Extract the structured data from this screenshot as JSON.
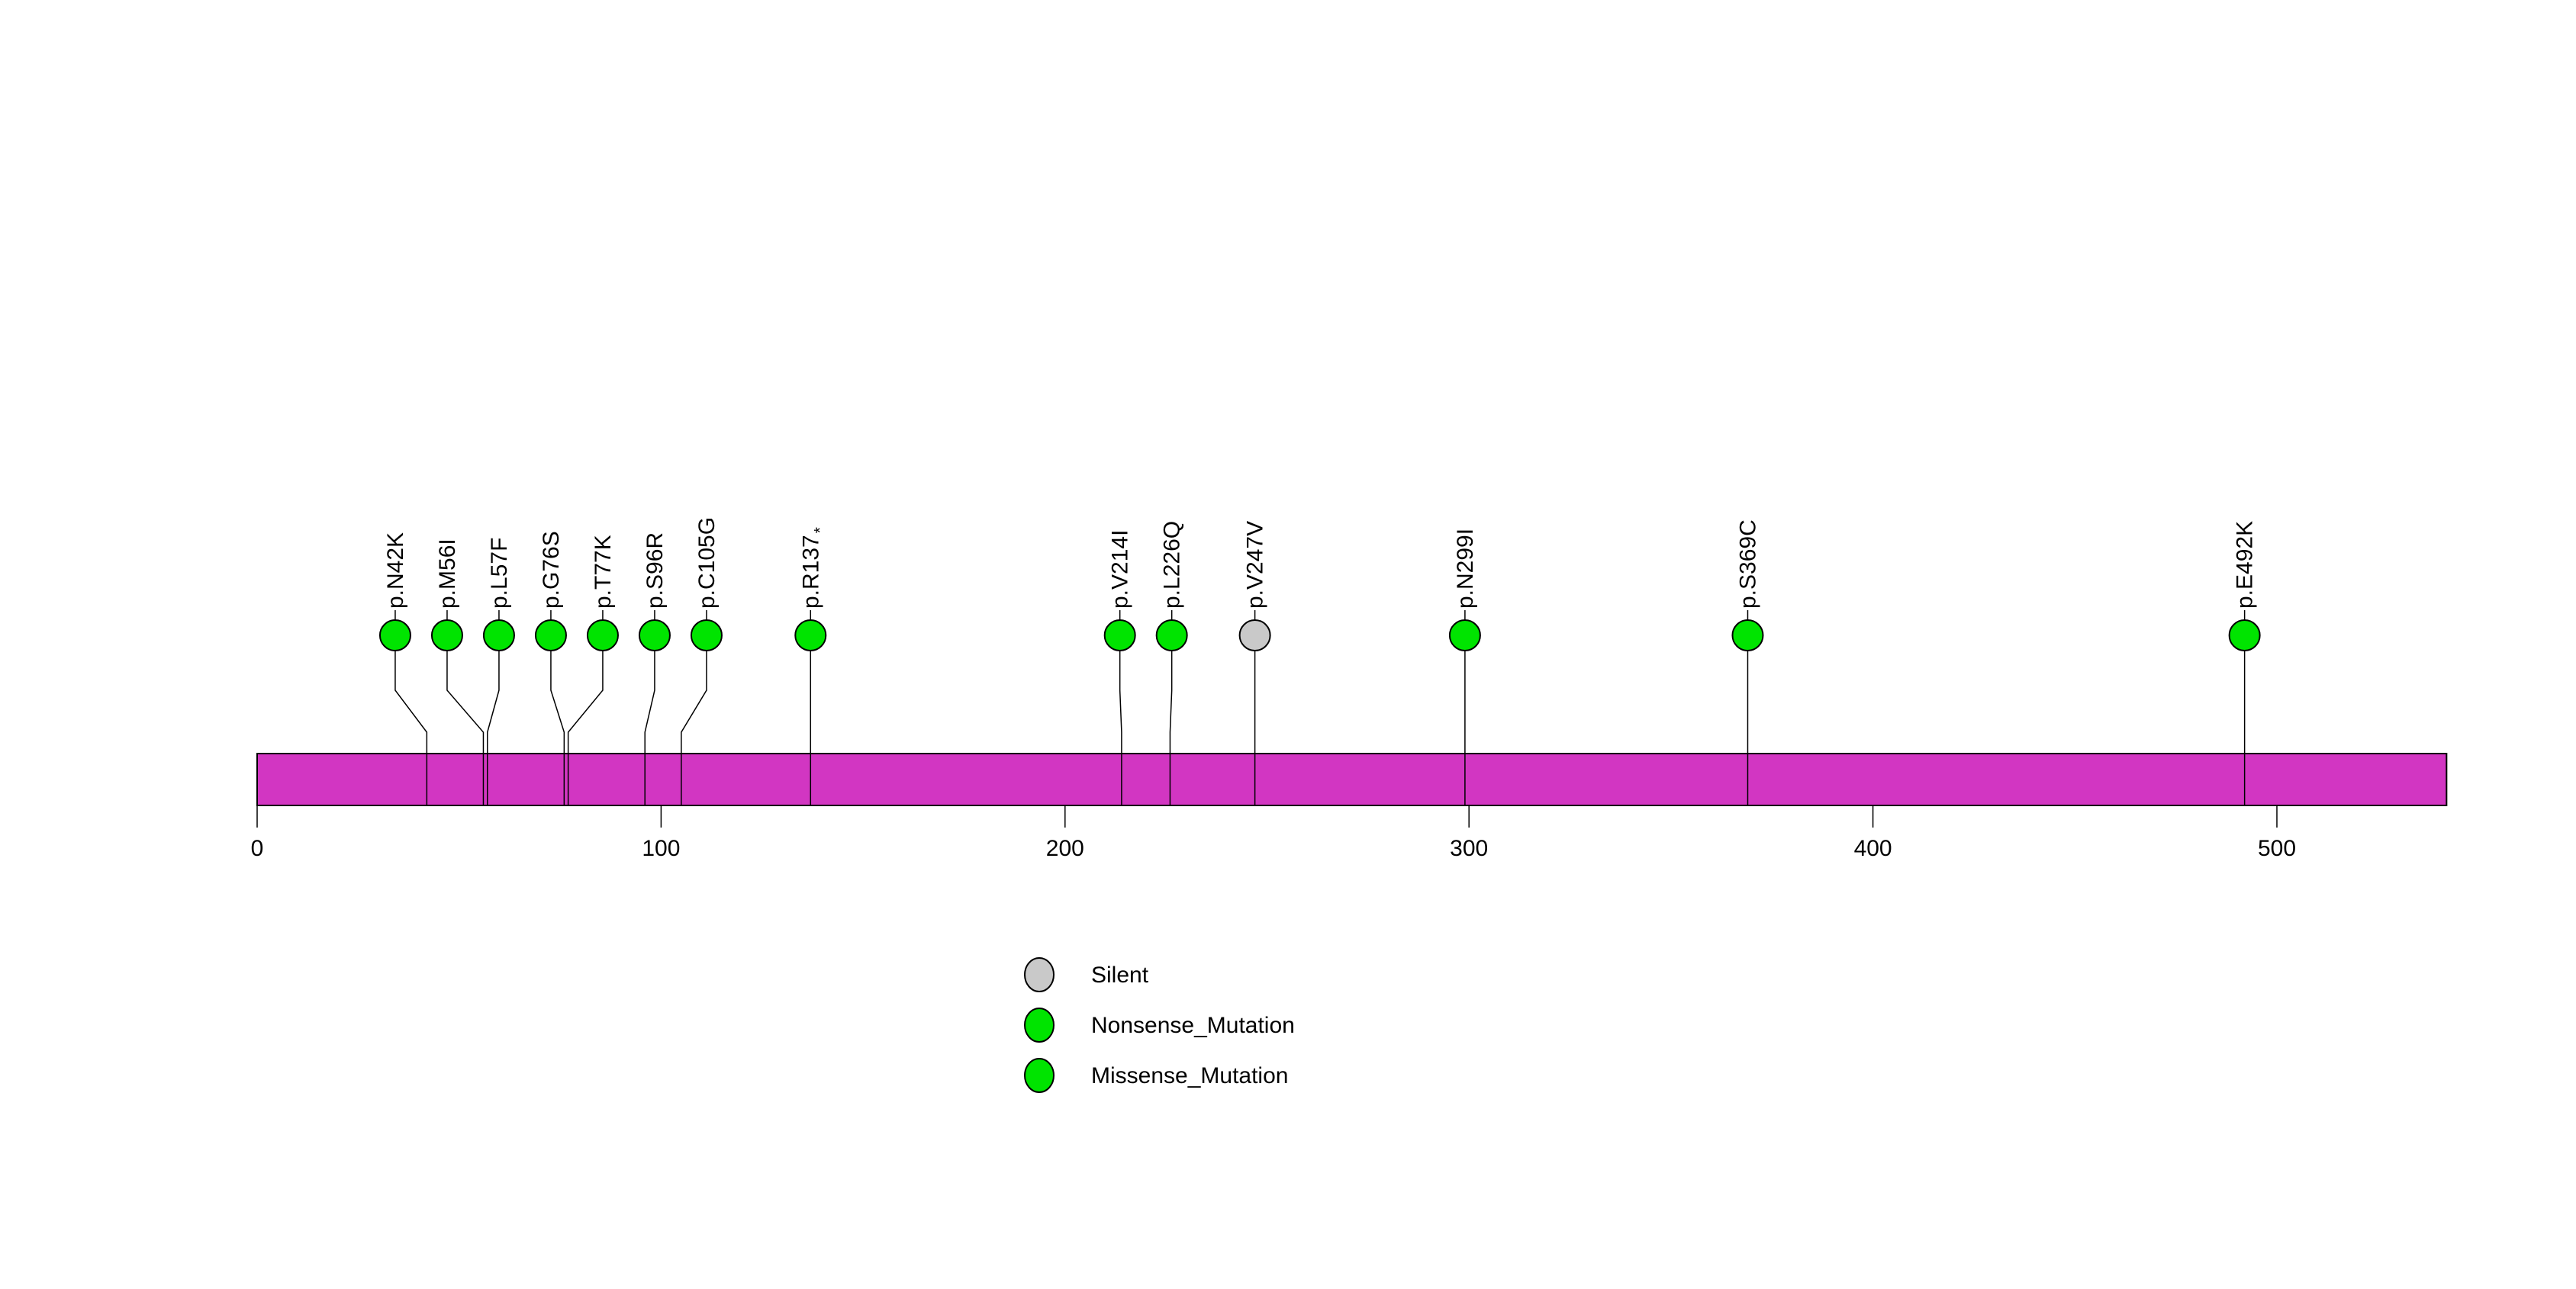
{
  "chart_data": {
    "type": "lollipop",
    "description": "Protein mutation lollipop plot",
    "protein": {
      "xlim_start": 0,
      "xlim_end": 542,
      "bar_color": "#D236C2",
      "bar_border_color": "#000000"
    },
    "axis": {
      "ticks": [
        "0",
        "100",
        "200",
        "300",
        "400",
        "500"
      ],
      "tick_values": [
        0,
        100,
        200,
        300,
        400,
        500
      ]
    },
    "mutations": [
      {
        "label": "p.N42K",
        "position": 42,
        "type": "Missense_Mutation"
      },
      {
        "label": "p.M56I",
        "position": 56,
        "type": "Missense_Mutation"
      },
      {
        "label": "p.L57F",
        "position": 57,
        "type": "Missense_Mutation"
      },
      {
        "label": "p.G76S",
        "position": 76,
        "type": "Missense_Mutation"
      },
      {
        "label": "p.T77K",
        "position": 77,
        "type": "Missense_Mutation"
      },
      {
        "label": "p.S96R",
        "position": 96,
        "type": "Missense_Mutation"
      },
      {
        "label": "p.C105G",
        "position": 105,
        "type": "Missense_Mutation"
      },
      {
        "label": "p.R137*",
        "position": 137,
        "type": "Nonsense_Mutation"
      },
      {
        "label": "p.V214I",
        "position": 214,
        "type": "Missense_Mutation"
      },
      {
        "label": "p.L226Q",
        "position": 226,
        "type": "Missense_Mutation"
      },
      {
        "label": "p.V247V",
        "position": 247,
        "type": "Silent"
      },
      {
        "label": "p.N299I",
        "position": 299,
        "type": "Missense_Mutation"
      },
      {
        "label": "p.S369C",
        "position": 369,
        "type": "Missense_Mutation"
      },
      {
        "label": "p.E492K",
        "position": 492,
        "type": "Missense_Mutation"
      }
    ],
    "colors": {
      "Silent": "#C9C9C9",
      "Nonsense_Mutation": "#00E400",
      "Missense_Mutation": "#00E400"
    },
    "legend": {
      "items": [
        {
          "label": "Silent",
          "color": "#C9C9C9"
        },
        {
          "label": "Nonsense_Mutation",
          "color": "#00E400"
        },
        {
          "label": "Missense_Mutation",
          "color": "#00E400"
        }
      ]
    }
  }
}
